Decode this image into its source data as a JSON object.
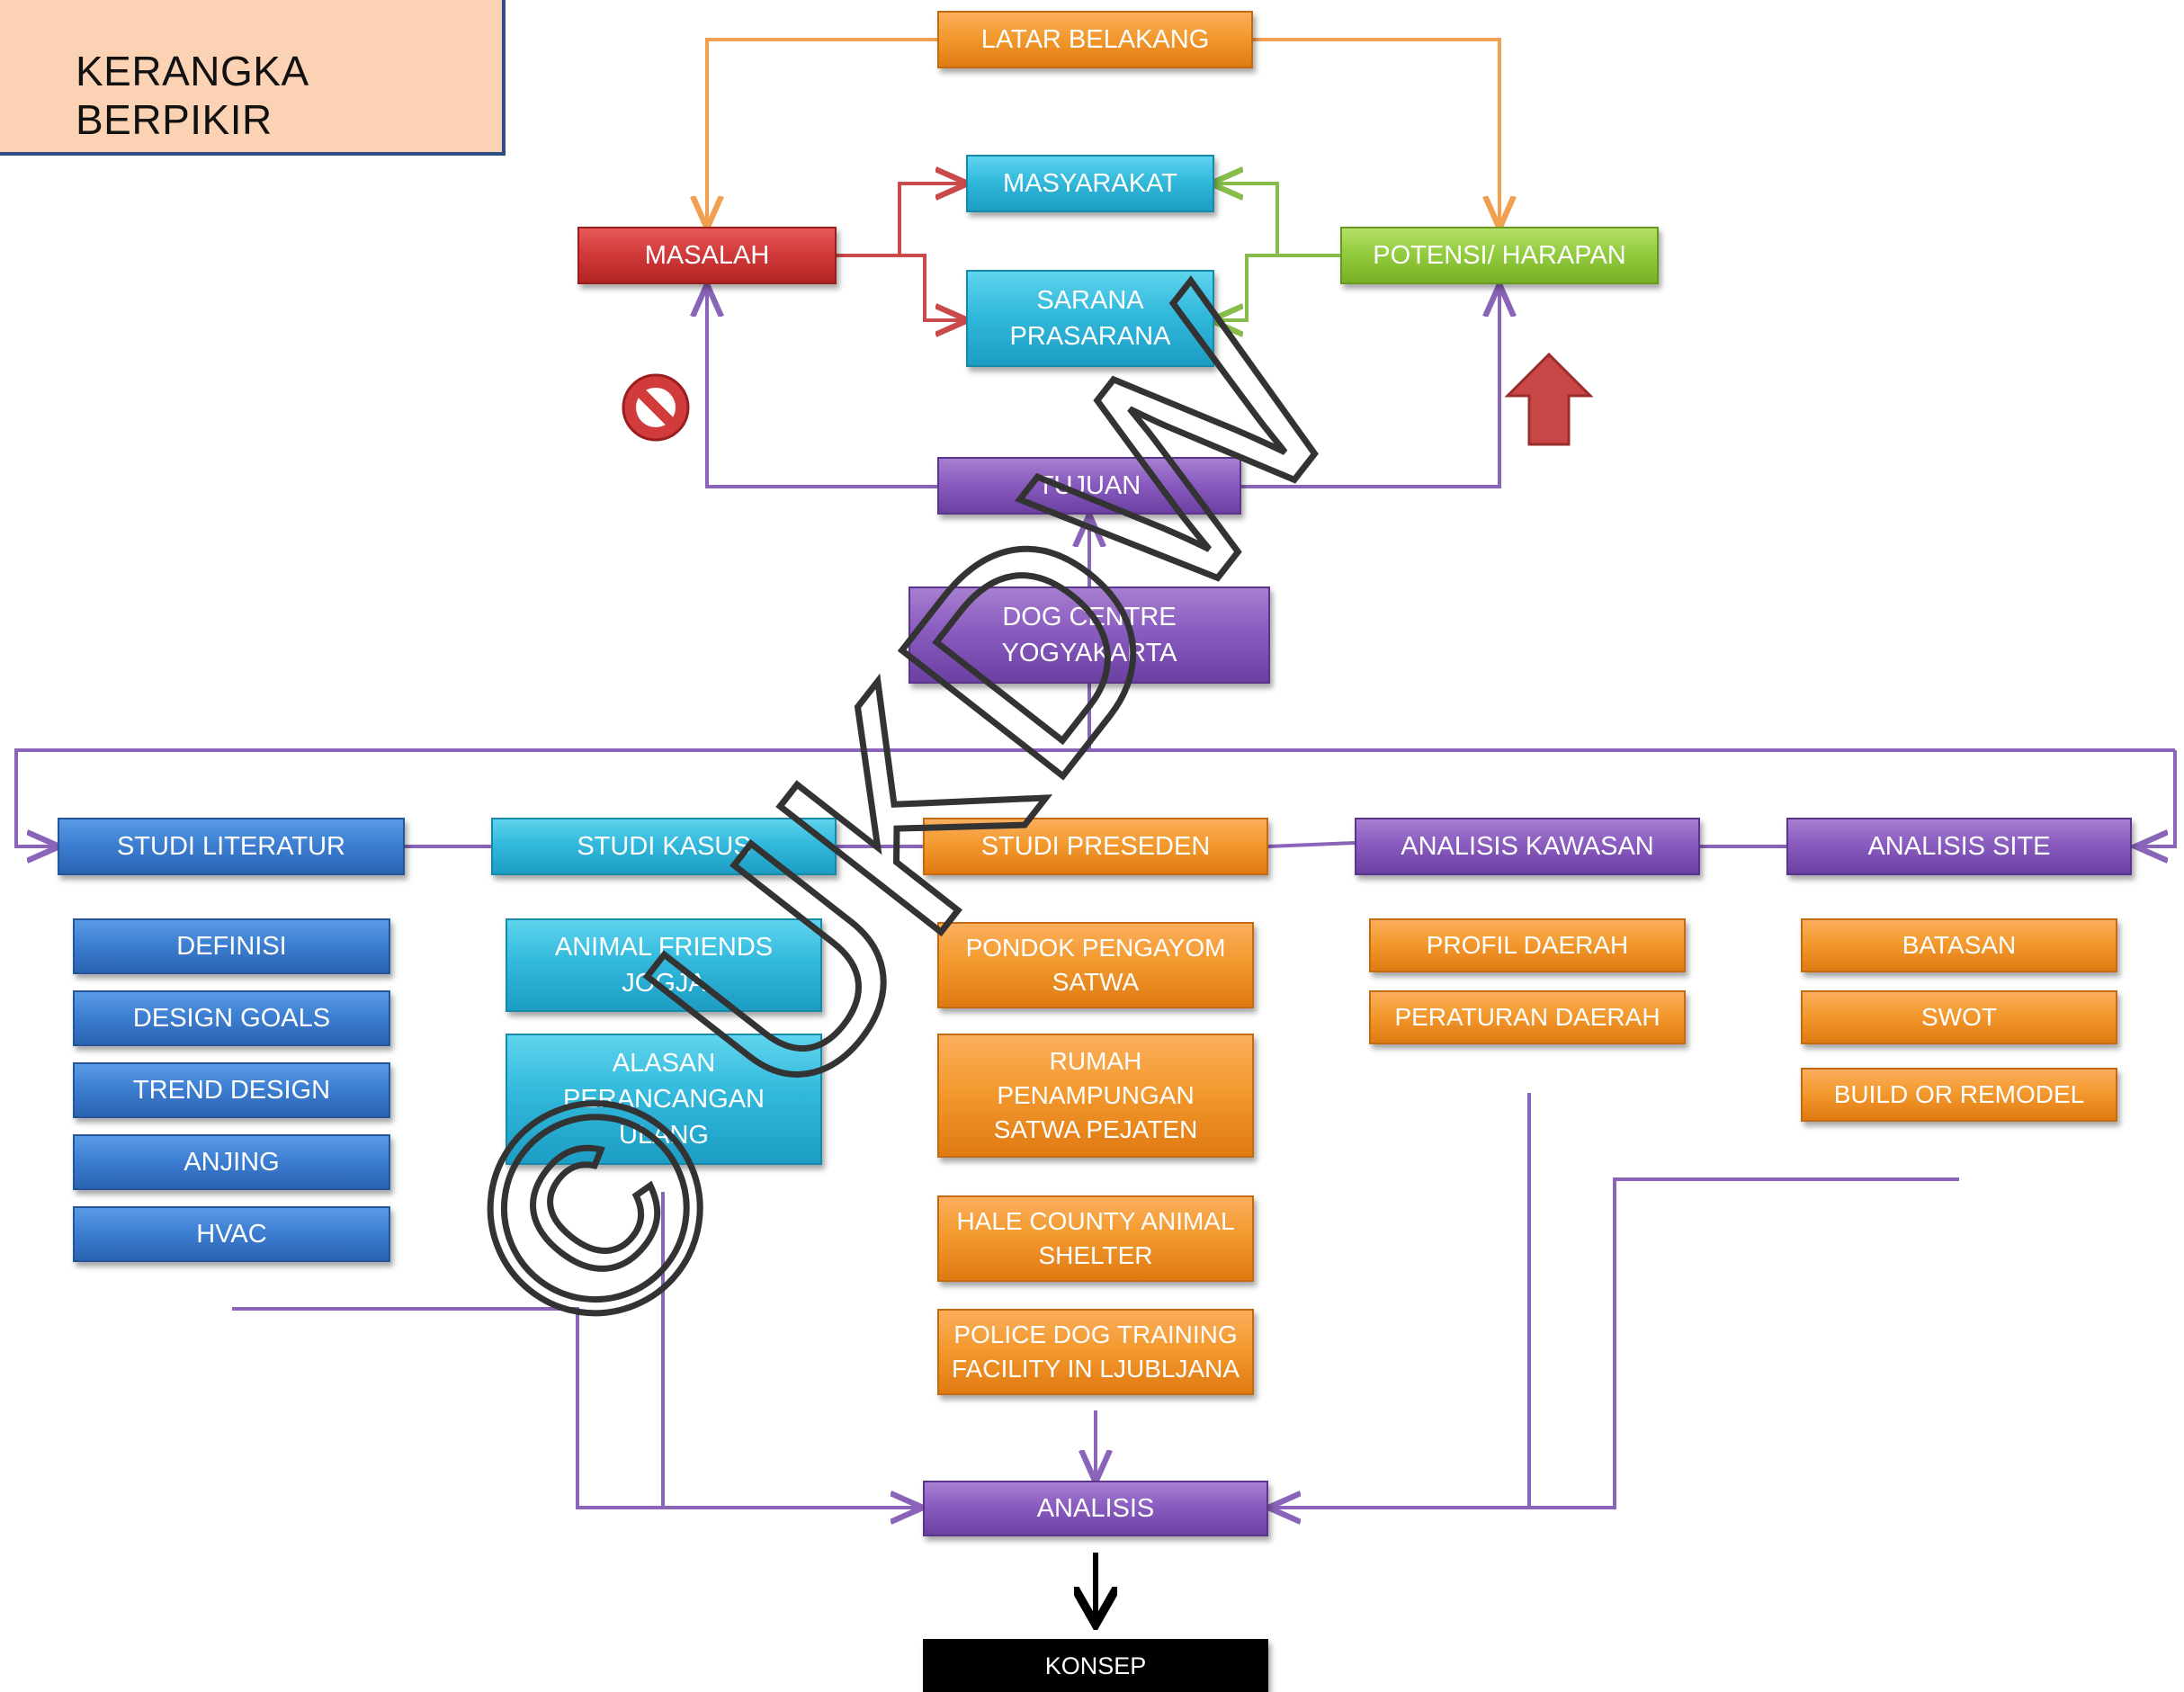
{
  "title": "KERANGKA BERPIKIR",
  "watermark": "© UKDW",
  "colors": {
    "orange": "#f39a2f",
    "cyan": "#32b9dc",
    "red": "#d23b3b",
    "green": "#93cc3f",
    "purple": "#8a5cc0",
    "blue": "#3d7fd2",
    "arrow_purple": "#8a64b8"
  },
  "icons": {
    "prohibited": "prohibited-icon",
    "up_arrow": "up-arrow-icon"
  },
  "nodes": {
    "latar_belakang": "LATAR BELAKANG",
    "masalah": "MASALAH",
    "masyarakat": "MASYARAKAT",
    "sarana_prasarana": "SARANA\nPRASARANA",
    "potensi_harapan": "POTENSI/ HARAPAN",
    "tujuan": "TUJUAN",
    "dog_centre": "DOG CENTRE\nYOGYAKARTA",
    "studi_literatur": "STUDI LITERATUR",
    "studi_kasus": "STUDI KASUS",
    "studi_preseden": "STUDI PRESEDEN",
    "analisis_kawasan": "ANALISIS KAWASAN",
    "analisis_site": "ANALISIS SITE",
    "definisi": "DEFINISI",
    "design_goals": "DESIGN GOALS",
    "trend_design": "TREND DESIGN",
    "anjing": "ANJING",
    "hvac": "HVAC",
    "animal_friends": "ANIMAL FRIENDS\nJOGJA",
    "alasan": "ALASAN\nPERANCANGAN\nULANG",
    "pondok": "PONDOK PENGAYOM\nSATWA",
    "rumah": "RUMAH\nPENAMPUNGAN\nSATWA PEJATEN",
    "hale": "HALE COUNTY ANIMAL\nSHELTER",
    "police": "POLICE DOG TRAINING\nFACILITY IN LJUBLJANA",
    "profil": "PROFIL DAERAH",
    "peraturan": "PERATURAN DAERAH",
    "batasan": "BATASAN",
    "swot": "SWOT",
    "build": "BUILD OR REMODEL",
    "analisis": "ANALISIS",
    "konsep": "KONSEP"
  }
}
